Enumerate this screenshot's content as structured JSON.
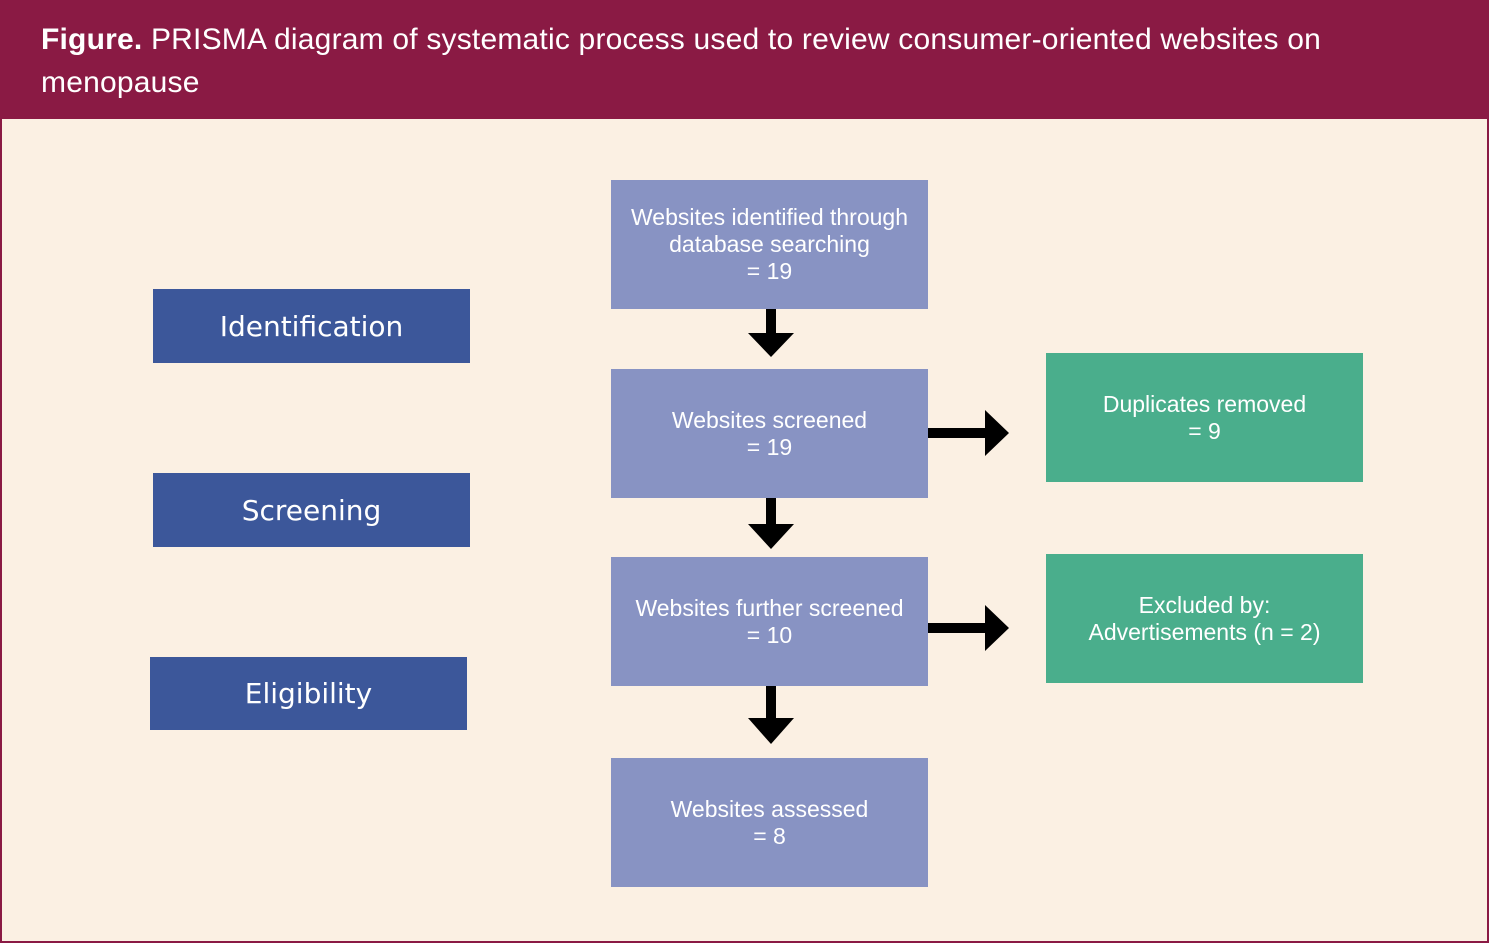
{
  "header": {
    "lead": "Figure.",
    "title": "PRISMA diagram of systematic process used to review consumer-oriented websites on menopause"
  },
  "stages": {
    "identification": "Identification",
    "screening": "Screening",
    "eligibility": "Eligibility"
  },
  "flow": {
    "identified": {
      "line1": "Websites identified through",
      "line2": "database searching",
      "line3": "= 19"
    },
    "screened": {
      "line1": "Websites screened",
      "line2": "= 19"
    },
    "further": {
      "line1": "Websites further screened",
      "line2": "= 10"
    },
    "assessed": {
      "line1": "Websites assessed",
      "line2": "= 8"
    }
  },
  "side": {
    "duplicates": {
      "line1": "Duplicates removed",
      "line2": "= 9"
    },
    "excluded": {
      "line1": "Excluded by:",
      "line2": "Advertisements (n = 2)"
    }
  },
  "colors": {
    "header_bg": "#8a1a44",
    "panel_bg": "#fbf0e3",
    "stage_box": "#3c579a",
    "flow_box": "#8893c3",
    "side_box": "#4aae8c",
    "arrow": "#000000"
  }
}
